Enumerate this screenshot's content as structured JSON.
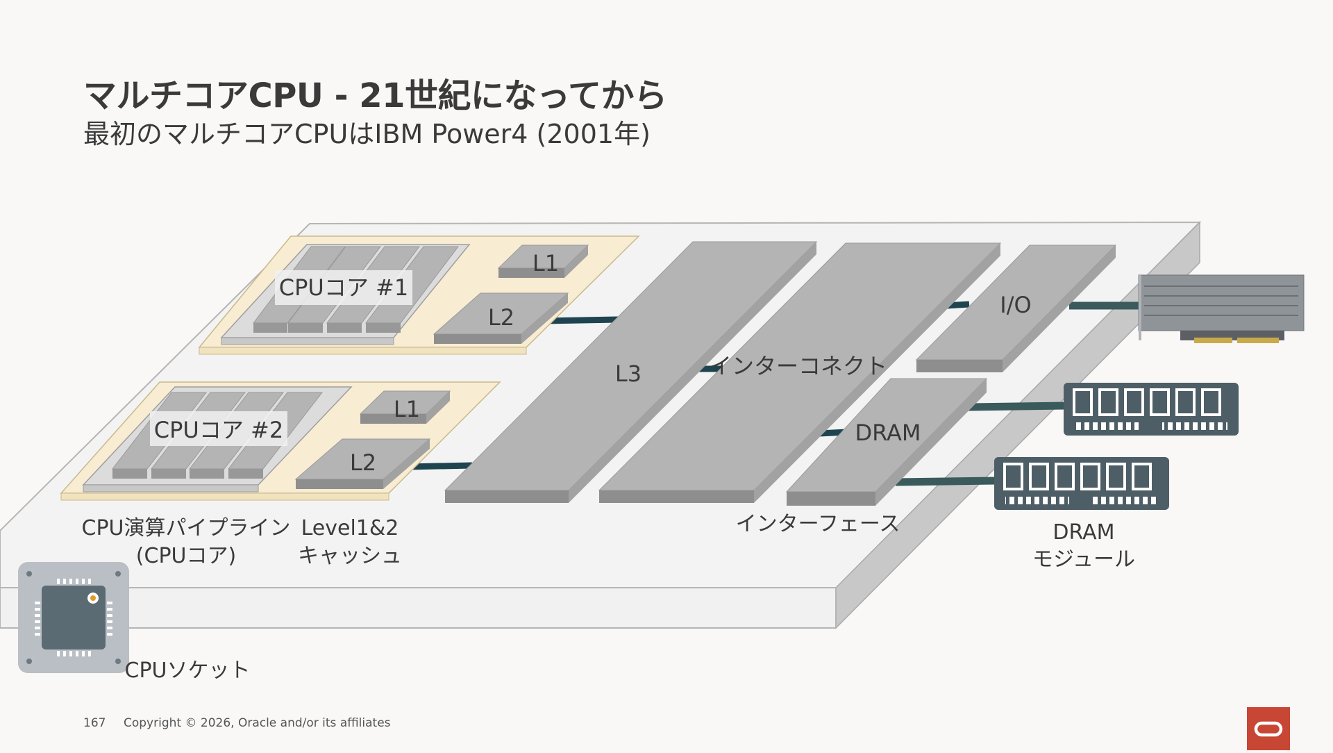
{
  "slide": {
    "title": "マルチコアCPU - 21世紀になってから",
    "subtitle": "最初のマルチコアCPUはIBM Power4 (2001年)",
    "page_number": "167",
    "copyright": "Copyright © 2026, Oracle and/or its affiliates"
  },
  "diagram": {
    "core1_label": "CPUコア #1",
    "core2_label": "CPUコア #2",
    "l1_label": "L1",
    "l2_label": "L2",
    "l3_label": "L3",
    "interconnect_label": "インターコネクト",
    "dram_label": "DRAM",
    "io_label": "I/O",
    "pipeline_label_line1": "CPU演算パイプライン",
    "pipeline_label_line2": "(CPUコア)",
    "cache_label_line1": "Level1&2",
    "cache_label_line2": "キャッシュ",
    "interface_label": "インターフェース",
    "dram_module_label_line1": "DRAM",
    "dram_module_label_line2": "モジュール",
    "socket_label": "CPUソケット"
  },
  "colors": {
    "background": "#f9f8f7",
    "board_top": "#f3f3f3",
    "board_front": "#f1f1f1",
    "board_side": "#c8c8c8",
    "core_area": "#f8ecd2",
    "block_top": "#b4b4b4",
    "block_side": "#8e8e8e",
    "connector": "#1e4450",
    "ram_module": "#4e5e66",
    "brand_red": "#c74634"
  }
}
